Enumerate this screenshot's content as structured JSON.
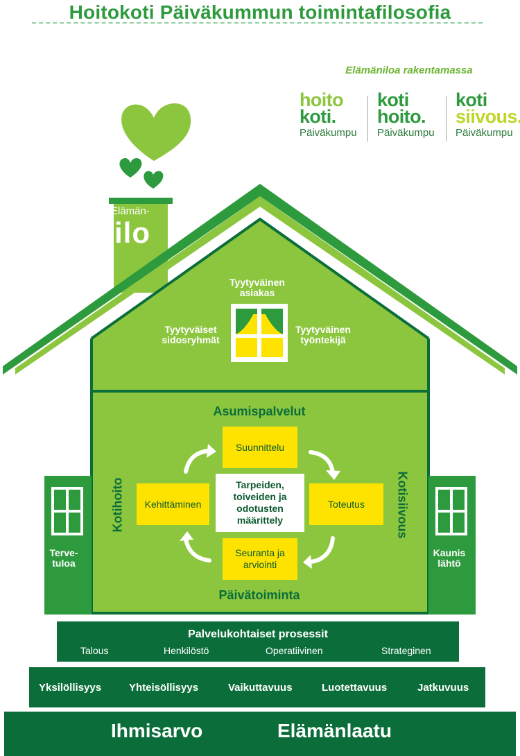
{
  "title": "Hoitokoti Päiväkummun toimintafilosofia",
  "tagline": "Elämäniloa rakentamassa",
  "brands": [
    {
      "line1": "hoito",
      "line2": "koti.",
      "line3": "Päiväkumpu",
      "color1": "#8cc63e",
      "color2": "#2e9a3e"
    },
    {
      "line1": "koti",
      "line2": "hoito.",
      "line3": "Päiväkumpu",
      "color1": "#2e9a3e",
      "color2": "#2e9a3e"
    },
    {
      "line1": "koti",
      "line2": "siivous.",
      "line3": "Päiväkumpu",
      "color1": "#2e9a3e",
      "color2": "#bdd629"
    }
  ],
  "chimney": {
    "line1": "Elämän-",
    "line2": "ilo"
  },
  "attic": {
    "top": "Tyytyväinen asiakas",
    "left": "Tyytyväiset sidosryhmät",
    "right": "Tyytyväinen työntekijä"
  },
  "house": {
    "top_label": "Asumispalvelut",
    "bottom_label": "Päivätoiminta",
    "left_label": "Kotihoito",
    "right_label": "Kotisiivous",
    "cycle": {
      "center": "Tarpeiden, toiveiden ja odotusten määrittely",
      "top": "Suunnittelu",
      "right": "Toteutus",
      "bottom": "Seuranta ja arviointi",
      "left": "Kehittäminen"
    }
  },
  "wings": {
    "left": "Terve-tuloa",
    "right": "Kaunis lähtö"
  },
  "processes": {
    "title": "Palvelukohtaiset prosessit",
    "items": [
      "Talous",
      "Henkilöstö",
      "Operatiivinen",
      "Strateginen"
    ]
  },
  "values": [
    "Yksilöllisyys",
    "Yhteisöllisyys",
    "Vaikuttavuus",
    "Luotettavuus",
    "Jatkuvuus"
  ],
  "foundation": [
    "Ihmisarvo",
    "Elämänlaatu"
  ],
  "colors": {
    "dark_green": "#0b6e3a",
    "mid_green": "#2e9a3e",
    "light_green": "#8cc63e",
    "window_green": "#4caf3c",
    "yellow": "#ffe300"
  }
}
